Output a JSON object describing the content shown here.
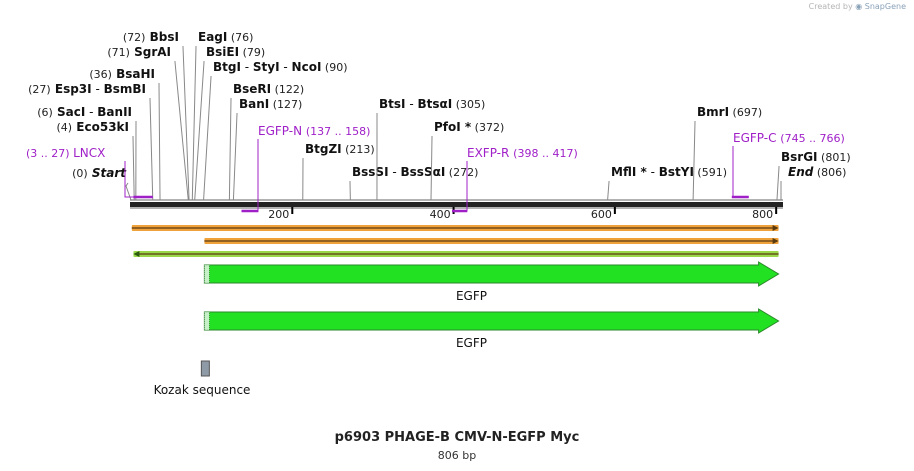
{
  "credit": {
    "prefix": "Created by",
    "brand": "SnapGene"
  },
  "plasmid": {
    "name": "p6903 PHAGE-B CMV-N-EGFP Myc",
    "length_label": "806 bp"
  },
  "colors": {
    "backbone": "#222222",
    "primer": "#a020c8",
    "feature_green": "#22e022",
    "feature_outline": "#2a8a2a",
    "orf_orange": "#f0a23a",
    "orf_green": "#9ad84a",
    "kozak": "#8e9aa6",
    "leader": "#888888"
  },
  "scale": {
    "length": 806,
    "ticks": [
      200,
      400,
      600,
      800
    ]
  },
  "sites": [
    {
      "id": "start",
      "pos": 0,
      "rows": [
        [
          {
            "t": "(0)",
            "s": "num"
          },
          {
            "t": "Start",
            "s": "italic"
          }
        ]
      ]
    },
    {
      "id": "eco53ki",
      "pos": 4,
      "rows": [
        [
          {
            "t": "(4)",
            "s": "num"
          },
          {
            "t": "Eco53kI",
            "s": "bold"
          }
        ]
      ]
    },
    {
      "id": "saci",
      "pos": 6,
      "rows": [
        [
          {
            "t": "(6)",
            "s": "num"
          },
          {
            "t": "SacI",
            "s": "bold"
          },
          {
            "t": " - ",
            "s": "sep"
          },
          {
            "t": "BanII",
            "s": "bold"
          }
        ]
      ]
    },
    {
      "id": "esp3i",
      "pos": 27,
      "rows": [
        [
          {
            "t": "(27)",
            "s": "num"
          },
          {
            "t": "Esp3I",
            "s": "bold"
          },
          {
            "t": " - ",
            "s": "sep"
          },
          {
            "t": "BsmBI",
            "s": "bold"
          }
        ]
      ]
    },
    {
      "id": "bsahi",
      "pos": 36,
      "rows": [
        [
          {
            "t": "(36)",
            "s": "num"
          },
          {
            "t": "BsaHI",
            "s": "bold"
          }
        ]
      ]
    },
    {
      "id": "sgrai",
      "pos": 71,
      "rows": [
        [
          {
            "t": "(71)",
            "s": "num"
          },
          {
            "t": "SgrAI",
            "s": "bold"
          }
        ]
      ]
    },
    {
      "id": "bbsi",
      "pos": 72,
      "rows": [
        [
          {
            "t": "(72)",
            "s": "num"
          },
          {
            "t": "BbsI",
            "s": "bold"
          }
        ]
      ]
    },
    {
      "id": "eagi",
      "pos": 76,
      "rows": [
        [
          {
            "t": "EagI",
            "s": "bold"
          },
          {
            "t": "(76)",
            "s": "num"
          }
        ]
      ]
    },
    {
      "id": "bsiei",
      "pos": 79,
      "rows": [
        [
          {
            "t": "BsiEI",
            "s": "bold"
          },
          {
            "t": "(79)",
            "s": "num"
          }
        ]
      ]
    },
    {
      "id": "btgi",
      "pos": 90,
      "rows": [
        [
          {
            "t": "BtgI",
            "s": "bold"
          },
          {
            "t": " - ",
            "s": "sep"
          },
          {
            "t": "StyI",
            "s": "bold"
          },
          {
            "t": " - ",
            "s": "sep"
          },
          {
            "t": "NcoI",
            "s": "bold"
          },
          {
            "t": "(90)",
            "s": "num"
          }
        ]
      ]
    },
    {
      "id": "bseri",
      "pos": 122,
      "rows": [
        [
          {
            "t": "BseRI",
            "s": "bold"
          },
          {
            "t": "(122)",
            "s": "num"
          }
        ]
      ]
    },
    {
      "id": "bani",
      "pos": 127,
      "rows": [
        [
          {
            "t": "BanI",
            "s": "bold"
          },
          {
            "t": "(127)",
            "s": "num"
          }
        ]
      ]
    },
    {
      "id": "btgzi",
      "pos": 213,
      "rows": [
        [
          {
            "t": "BtgZI",
            "s": "bold"
          },
          {
            "t": "(213)",
            "s": "num"
          }
        ]
      ]
    },
    {
      "id": "bsssi",
      "pos": 272,
      "rows": [
        [
          {
            "t": "BssSI",
            "s": "bold"
          },
          {
            "t": " - ",
            "s": "sep"
          },
          {
            "t": "BssSαI",
            "s": "bold"
          },
          {
            "t": "(272)",
            "s": "num"
          }
        ]
      ]
    },
    {
      "id": "btsi",
      "pos": 305,
      "rows": [
        [
          {
            "t": "BtsI",
            "s": "bold"
          },
          {
            "t": " - ",
            "s": "sep"
          },
          {
            "t": "BtsαI",
            "s": "bold"
          },
          {
            "t": "(305)",
            "s": "num"
          }
        ]
      ]
    },
    {
      "id": "pfoi",
      "pos": 372,
      "rows": [
        [
          {
            "t": "PfoI *",
            "s": "bold"
          },
          {
            "t": "(372)",
            "s": "num"
          }
        ]
      ]
    },
    {
      "id": "mfli",
      "pos": 591,
      "rows": [
        [
          {
            "t": "MflI *",
            "s": "bold"
          },
          {
            "t": " - ",
            "s": "sep"
          },
          {
            "t": "BstYI",
            "s": "bold"
          },
          {
            "t": "(591)",
            "s": "num"
          }
        ]
      ]
    },
    {
      "id": "bmri",
      "pos": 697,
      "rows": [
        [
          {
            "t": "BmrI",
            "s": "bold"
          },
          {
            "t": "(697)",
            "s": "num"
          }
        ]
      ]
    },
    {
      "id": "bsrgi",
      "pos": 801,
      "rows": [
        [
          {
            "t": "BsrGI",
            "s": "bold"
          },
          {
            "t": "(801)",
            "s": "num"
          }
        ]
      ]
    },
    {
      "id": "end",
      "pos": 806,
      "rows": [
        [
          {
            "t": "End",
            "s": "italic"
          },
          {
            "t": "(806)",
            "s": "num"
          }
        ]
      ]
    }
  ],
  "primers": [
    {
      "id": "lncx",
      "name": "LNCX",
      "range": "(3 .. 27)",
      "start": 3,
      "end": 27,
      "strand": "top"
    },
    {
      "id": "egfp-n",
      "name": "EGFP-N",
      "range": "(137 .. 158)",
      "start": 137,
      "end": 158,
      "strand": "bottom"
    },
    {
      "id": "exfp-r",
      "name": "EXFP-R",
      "range": "(398 .. 417)",
      "start": 398,
      "end": 417,
      "strand": "bottom"
    },
    {
      "id": "egfp-c",
      "name": "EGFP-C",
      "range": "(745 .. 766)",
      "start": 745,
      "end": 766,
      "strand": "top"
    }
  ],
  "orfs": [
    {
      "id": "orf1",
      "start": 1,
      "end": 803,
      "direction": "right",
      "color": "orange"
    },
    {
      "id": "orf2",
      "start": 91,
      "end": 803,
      "direction": "right",
      "color": "orange"
    },
    {
      "id": "orf3",
      "start": 3,
      "end": 803,
      "direction": "left",
      "color": "green"
    }
  ],
  "features": [
    {
      "id": "egfp1",
      "label": "EGFP",
      "start": 91,
      "end": 803
    },
    {
      "id": "egfp2",
      "label": "EGFP",
      "start": 91,
      "end": 803
    }
  ],
  "kozak": {
    "label": "Kozak sequence",
    "start": 86,
    "end": 96
  }
}
